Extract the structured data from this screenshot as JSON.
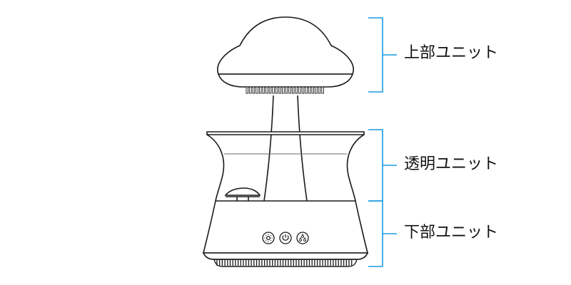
{
  "colors": {
    "outline": "#1a1a1a",
    "bracket": "#1a9be0",
    "background": "#ffffff"
  },
  "labels": {
    "top_unit": "上部ユニット",
    "transparent_unit": "透明ユニット",
    "bottom_unit": "下部ユニット"
  },
  "icons": {
    "left_button": "brightness-icon",
    "center_button": "power-icon",
    "right_button": "water-drops-icon"
  }
}
